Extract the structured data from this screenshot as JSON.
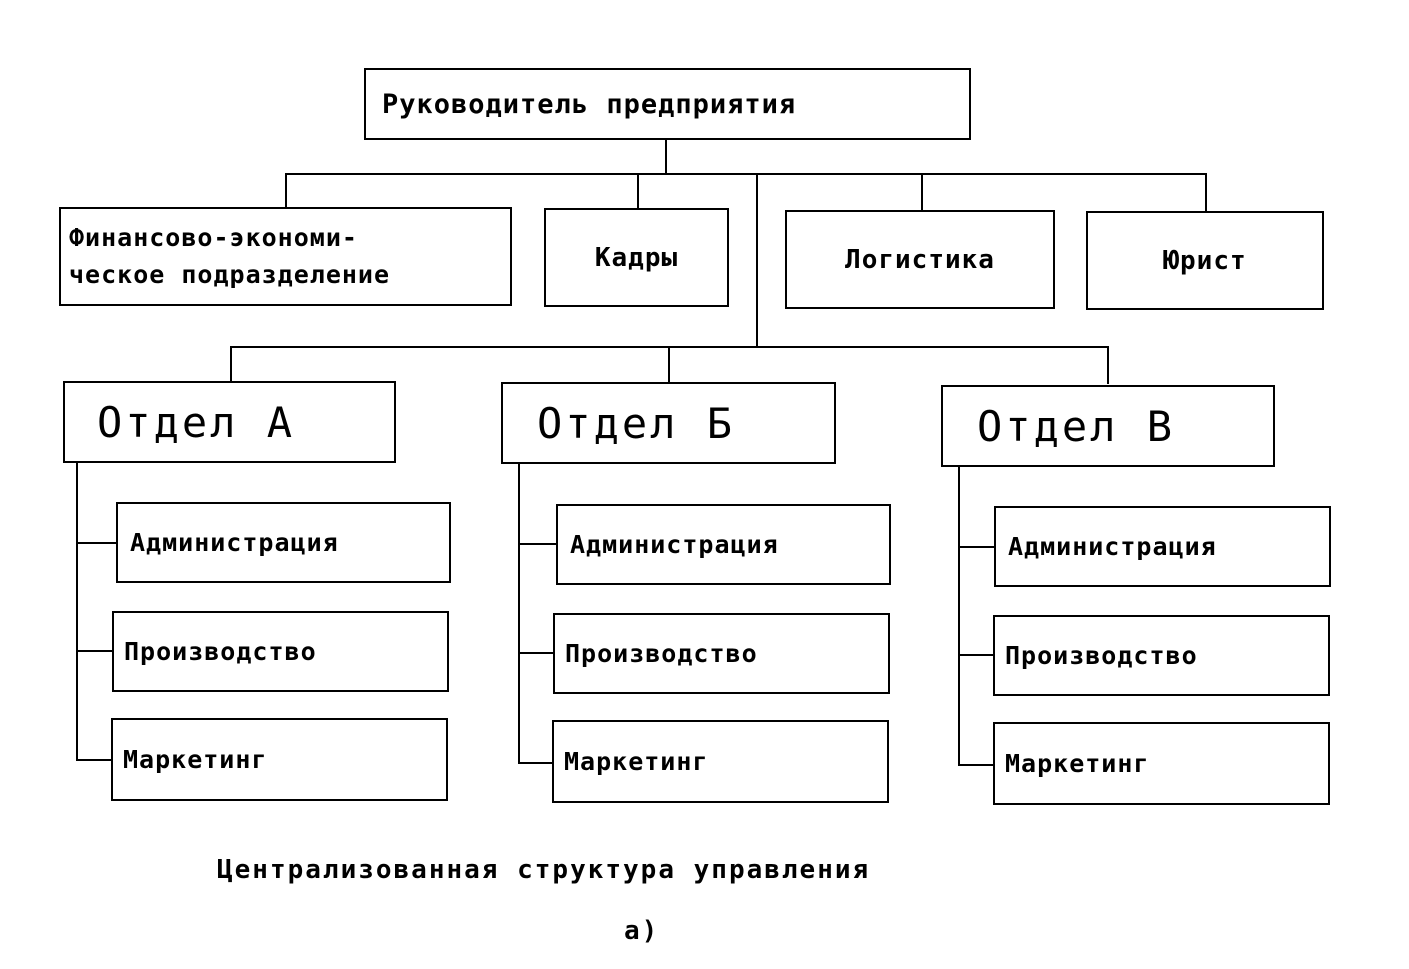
{
  "diagram": {
    "head": "Руководитель предприятия",
    "staff": [
      {
        "line1": "Финансово-экономи-",
        "line2": "ческое подразделение"
      },
      {
        "label": "Кадры"
      },
      {
        "label": "Логистика"
      },
      {
        "label": "Юрист"
      }
    ],
    "departments": [
      {
        "name": "Отдел А",
        "units": [
          "Администрация",
          "Производство",
          "Маркетинг"
        ]
      },
      {
        "name": "Отдел Б",
        "units": [
          "Администрация",
          "Производство",
          "Маркетинг"
        ]
      },
      {
        "name": "Отдел В",
        "units": [
          "Администрация",
          "Производство",
          "Маркетинг"
        ]
      }
    ],
    "caption": "Централизованная структура управления",
    "sublabel": "а)"
  }
}
